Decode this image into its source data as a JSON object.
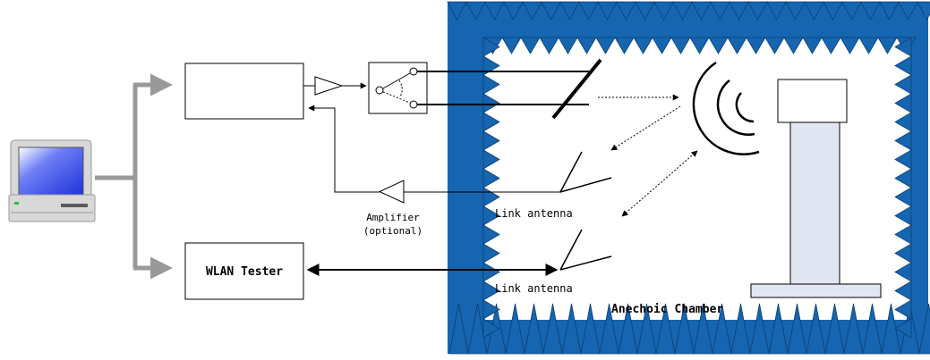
{
  "labels": {
    "wlan_tester": "WLAN Tester",
    "amplifier": "Amplifier",
    "amplifier_note": "(optional)",
    "link_antenna_1": "Link antenna",
    "link_antenna_2": "Link antenna",
    "chamber": "Anechoic Chamber"
  },
  "icons": {
    "computer": "computer-icon",
    "amplifier": "amplifier-triangle",
    "switch": "rf-switch",
    "horn": "horn-antenna",
    "link_antenna": "link-antenna-symbol"
  },
  "colors": {
    "absorber": "#1565b0",
    "absorber_edge": "#0d3f73",
    "connector": "#999999",
    "pedestal": "#e2e6f2",
    "screen": "#2a40e0"
  }
}
